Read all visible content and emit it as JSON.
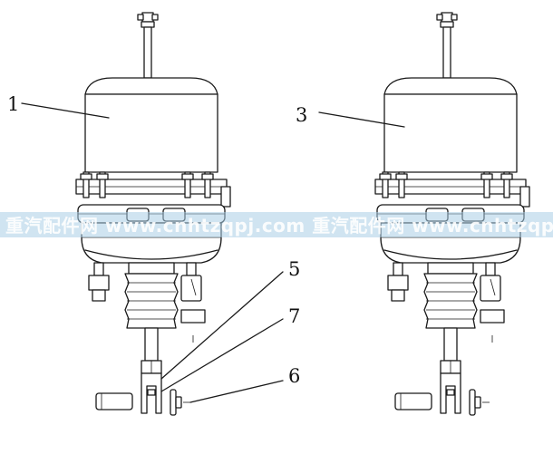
{
  "callouts": [
    {
      "label": "1"
    },
    {
      "label": "3"
    },
    {
      "label": "5"
    },
    {
      "label": "7"
    },
    {
      "label": "6"
    }
  ],
  "watermark": {
    "text": "重汽配件网 www.cnhtzqpj.com  重汽配件网 www.cnhtzqpj.com",
    "color": "#a9cde6"
  }
}
